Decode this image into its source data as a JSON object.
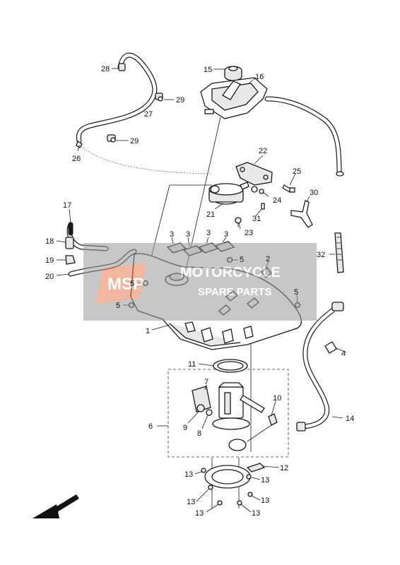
{
  "callouts": [
    {
      "id": "28",
      "text": "28"
    },
    {
      "id": "15",
      "text": "15"
    },
    {
      "id": "16",
      "text": "16"
    },
    {
      "id": "29a",
      "text": "29"
    },
    {
      "id": "27",
      "text": "27"
    },
    {
      "id": "29b",
      "text": "29"
    },
    {
      "id": "26",
      "text": "26"
    },
    {
      "id": "22",
      "text": "22"
    },
    {
      "id": "25",
      "text": "25"
    },
    {
      "id": "30",
      "text": "30"
    },
    {
      "id": "24",
      "text": "24"
    },
    {
      "id": "21",
      "text": "21"
    },
    {
      "id": "31",
      "text": "31"
    },
    {
      "id": "23",
      "text": "23"
    },
    {
      "id": "17",
      "text": "17"
    },
    {
      "id": "3a",
      "text": "3"
    },
    {
      "id": "3b",
      "text": "3"
    },
    {
      "id": "3c",
      "text": "3"
    },
    {
      "id": "3d",
      "text": "3"
    },
    {
      "id": "32",
      "text": "32"
    },
    {
      "id": "18",
      "text": "18"
    },
    {
      "id": "5a",
      "text": "5"
    },
    {
      "id": "2",
      "text": "2"
    },
    {
      "id": "19",
      "text": "19"
    },
    {
      "id": "20",
      "text": "20"
    },
    {
      "id": "5b",
      "text": "5"
    },
    {
      "id": "5c",
      "text": "5"
    },
    {
      "id": "5d",
      "text": "5"
    },
    {
      "id": "1",
      "text": "1"
    },
    {
      "id": "4",
      "text": "4"
    },
    {
      "id": "11",
      "text": "11"
    },
    {
      "id": "7",
      "text": "7"
    },
    {
      "id": "10",
      "text": "10"
    },
    {
      "id": "6",
      "text": "6"
    },
    {
      "id": "9",
      "text": "9"
    },
    {
      "id": "8",
      "text": "8"
    },
    {
      "id": "14",
      "text": "14"
    },
    {
      "id": "12",
      "text": "12"
    },
    {
      "id": "13a",
      "text": "13"
    },
    {
      "id": "13b",
      "text": "13"
    },
    {
      "id": "13c",
      "text": "13"
    },
    {
      "id": "13d",
      "text": "13"
    },
    {
      "id": "13e",
      "text": "13"
    },
    {
      "id": "13f",
      "text": "13"
    }
  ],
  "watermark": {
    "logo_text": "MSP",
    "line1": "MOTORCYCLE",
    "line2": "SPARE PARTS",
    "accent_color": "#e87a4e",
    "band_color": "#9a9a9a"
  },
  "orientation_arrow": "front-direction-arrow"
}
